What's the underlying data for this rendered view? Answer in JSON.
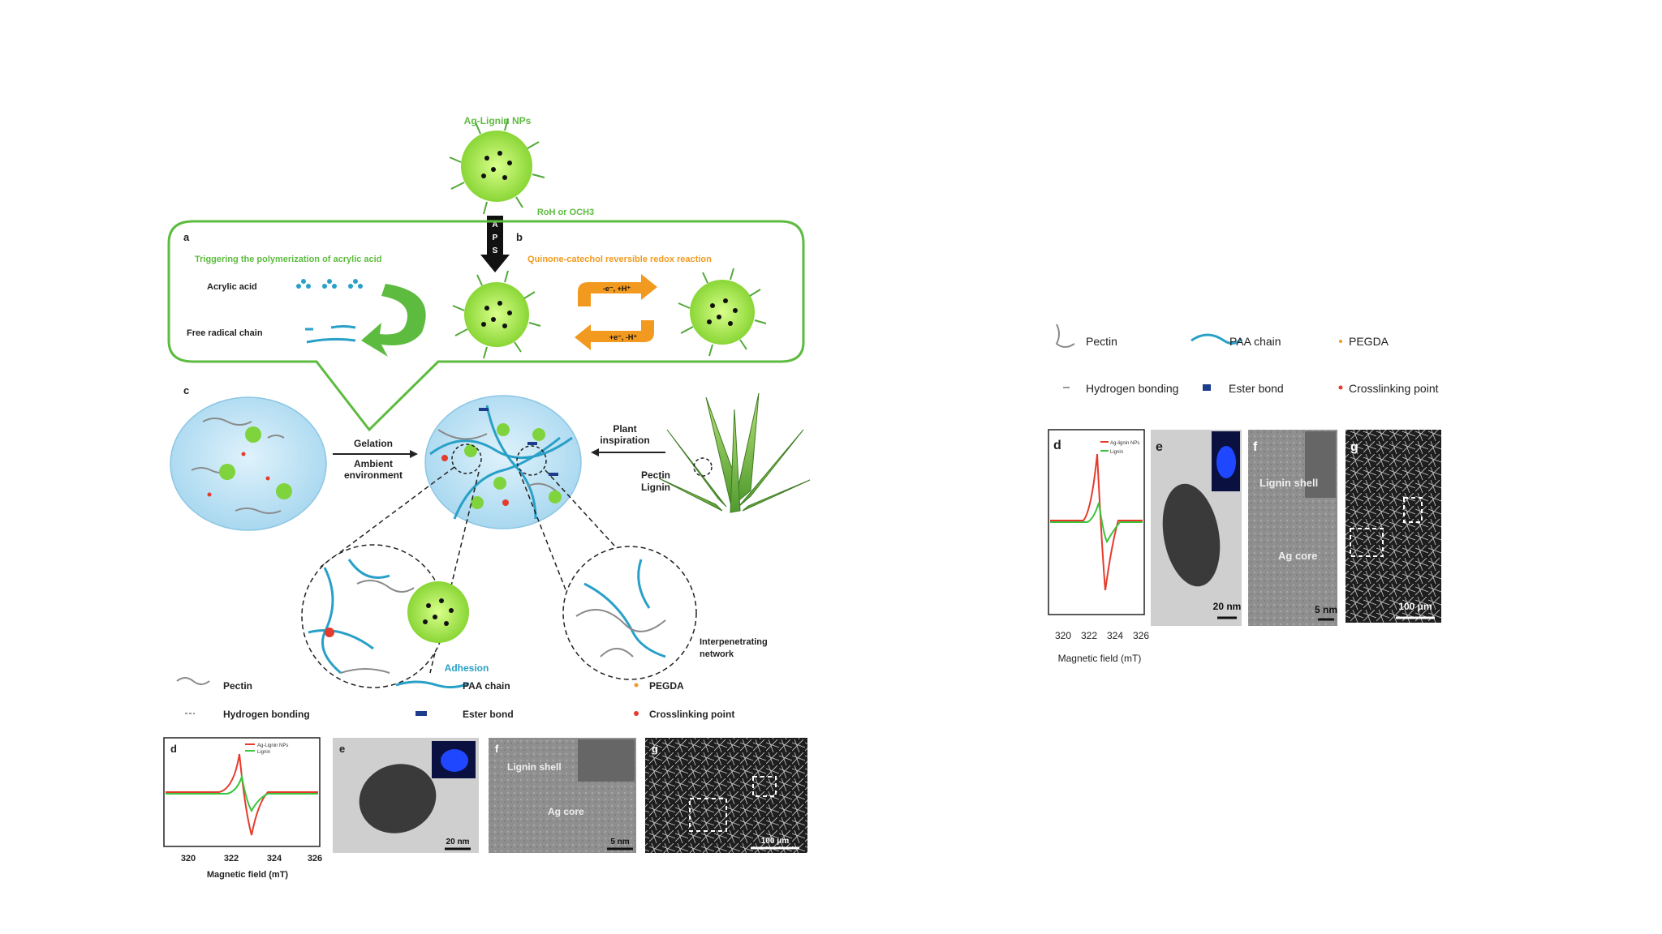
{
  "main_figure": {
    "title_np": "Ag-Lignin NPs",
    "reagent": "RoH or OCH3",
    "aps_letters": [
      "A",
      "P",
      "S"
    ],
    "panel_a": {
      "label": "a",
      "title": "Triggering the polymerization of acrylic acid",
      "acrylic_acid": "Acrylic acid",
      "free_radical": "Free radical chain"
    },
    "panel_b": {
      "label": "b",
      "title": "Quinone-catechol reversible redox reaction",
      "arrow_top": "-e⁻, +H⁺",
      "arrow_bottom": "+e⁻, -H⁺"
    },
    "panel_c": {
      "label": "c",
      "gelation": "Gelation",
      "ambient": "Ambient",
      "environment": "environment",
      "plant": "Plant",
      "inspiration": "inspiration",
      "pectin": "Pectin",
      "lignin": "Lignin",
      "adhesion": "Adhesion",
      "interpenetrating": "Interpenetrating",
      "network": "network"
    },
    "legend": {
      "pectin": "Pectin",
      "paa_chain": "PAA  chain",
      "pegda": "PEGDA",
      "hydrogen_bonding": "Hydrogen bonding",
      "ester_bond": "Ester bond",
      "crosslinking_point": "Crosslinking point"
    },
    "panels": {
      "d": "d",
      "e": "e",
      "f": "f",
      "g": "g",
      "d_legend_1": "Ag-Lignin NPs",
      "d_legend_2": "Lignin",
      "e_scale": "20 nm",
      "f_shell": "Lignin shell",
      "f_core": "Ag core",
      "f_scale": "5 nm",
      "g_scale": "100 μm"
    },
    "axis": {
      "xlabel": "Magnetic field (mT)",
      "ticks": [
        "320",
        "322",
        "324",
        "326"
      ]
    }
  },
  "right_figure": {
    "legend": {
      "pectin": "Pectin",
      "paa_chain": "PAA  chain",
      "pegda": "PEGDA",
      "hydrogen_bonding": "Hydrogen bonding",
      "ester_bond": "Ester bond",
      "crosslinking_point": "Crosslinking point"
    },
    "panels": {
      "d": "d",
      "e": "e",
      "f": "f",
      "g": "g",
      "d_legend_1": "Ag-lignin NPs",
      "d_legend_2": "Lignin",
      "e_scale": "20 nm",
      "f_shell": "Lignin shell",
      "f_core": "Ag core",
      "f_scale": "5 nm",
      "g_scale": "100 μm"
    },
    "axis": {
      "xlabel": "Magnetic field (mT)",
      "ticks": [
        "320",
        "322",
        "324",
        "326"
      ]
    }
  },
  "colors": {
    "green_frame": "#5dbb3f",
    "orange": "#f29a1f",
    "blue_chain": "#29a0c8",
    "bubble": "#bfe3f5",
    "np_green": "#9be24a",
    "epr_red": "#e53b2c",
    "epr_green": "#3cc43c"
  }
}
